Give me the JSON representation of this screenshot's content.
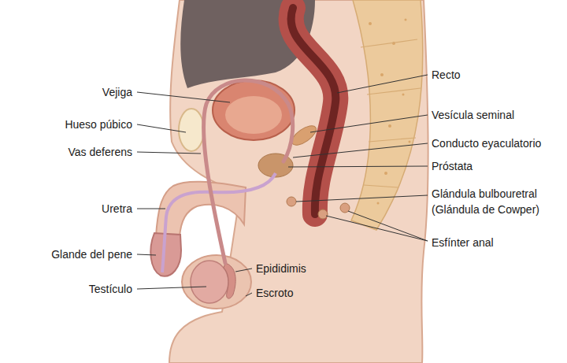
{
  "diagram": {
    "labels": [
      "Vejiga",
      "Hueso púbico",
      "Vas deferens",
      "Uretra",
      "Glande del pene",
      "Testículo",
      "Recto",
      "Vesícula seminal",
      "Conducto eyaculatorio",
      "Próstata",
      "Glándula bulbouretral (Glándula de Cowper)",
      "Esfínter anal",
      "Epididimis",
      "Escroto"
    ]
  }
}
